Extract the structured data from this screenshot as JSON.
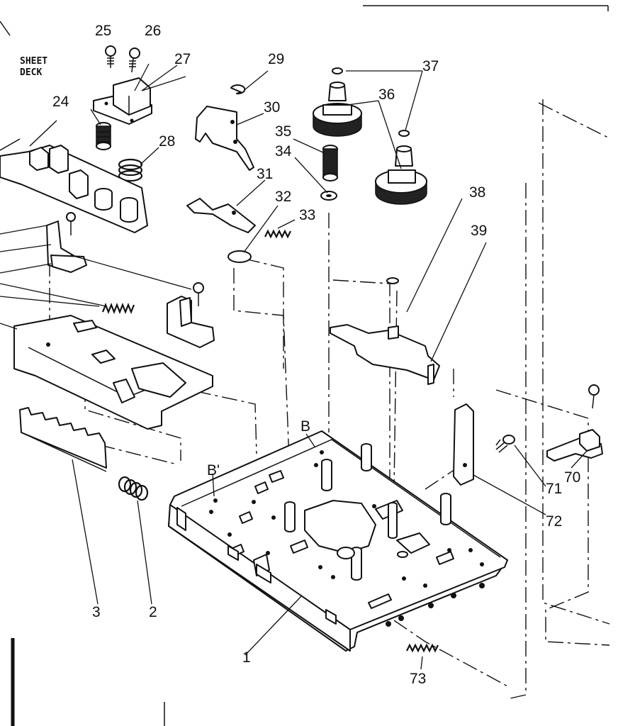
{
  "header": {
    "line1": "SHEET",
    "line2": "DECK"
  },
  "part_labels": [
    {
      "id": "p25",
      "text": "25"
    },
    {
      "id": "p26",
      "text": "26"
    },
    {
      "id": "p27",
      "text": "27"
    },
    {
      "id": "p29",
      "text": "29"
    },
    {
      "id": "p37",
      "text": "37"
    },
    {
      "id": "p36",
      "text": "36"
    },
    {
      "id": "p24",
      "text": "24"
    },
    {
      "id": "p30",
      "text": "30"
    },
    {
      "id": "p28",
      "text": "28"
    },
    {
      "id": "p35",
      "text": "35"
    },
    {
      "id": "p34",
      "text": "34"
    },
    {
      "id": "p31",
      "text": "31"
    },
    {
      "id": "p38",
      "text": "38"
    },
    {
      "id": "p32",
      "text": "32"
    },
    {
      "id": "p33",
      "text": "33"
    },
    {
      "id": "p39",
      "text": "39"
    },
    {
      "id": "pB",
      "text": "B"
    },
    {
      "id": "pB2",
      "text": "B'"
    },
    {
      "id": "p70",
      "text": "70"
    },
    {
      "id": "p71",
      "text": "71"
    },
    {
      "id": "p72",
      "text": "72"
    },
    {
      "id": "p3",
      "text": "3"
    },
    {
      "id": "p2",
      "text": "2"
    },
    {
      "id": "p1",
      "text": "1"
    },
    {
      "id": "p73",
      "text": "73"
    }
  ]
}
